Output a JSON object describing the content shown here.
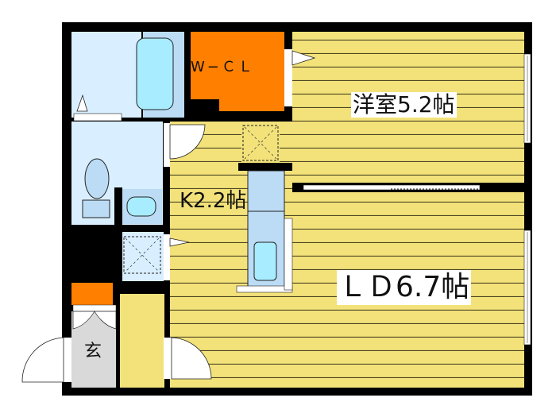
{
  "floorplan": {
    "rooms": [
      {
        "id": "western-room",
        "label": "洋室5.2帖",
        "type": "bedroom",
        "tatami": 5.2
      },
      {
        "id": "living-dining",
        "label": "ＬＤ6.7帖",
        "type": "living-dining",
        "tatami": 6.7
      },
      {
        "id": "kitchen",
        "label": "K2.2帖",
        "type": "kitchen",
        "tatami": 2.2
      },
      {
        "id": "walk-in-closet",
        "label": "W−ＣＬ",
        "type": "closet"
      },
      {
        "id": "entrance",
        "label": "玄",
        "type": "entrance"
      },
      {
        "id": "bathroom",
        "label": "",
        "type": "bath"
      },
      {
        "id": "washroom",
        "label": "",
        "type": "washroom"
      },
      {
        "id": "toilet",
        "label": "",
        "type": "toilet"
      }
    ],
    "colors": {
      "wall": "#000000",
      "floor_wood": "#f3e27a",
      "floor_line": "#3a3a1a",
      "wet_area": "#d9efff",
      "bath_area": "#bcdcf5",
      "fixture": "#a8ecff",
      "closet": "#ff7f00",
      "entrance": "#d9d9d9",
      "background": "#ffffff"
    }
  }
}
